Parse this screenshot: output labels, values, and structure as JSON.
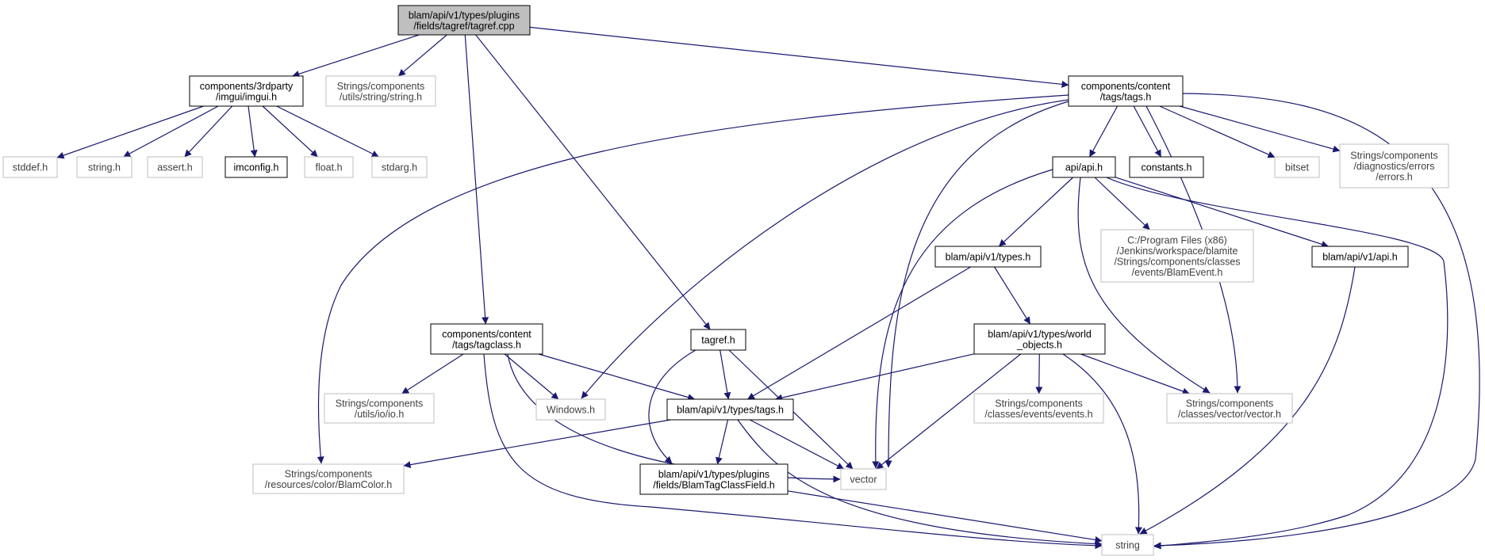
{
  "colors": {
    "root_fill": "#bfbfbf",
    "node_fill": "#ffffff",
    "documented_border": "#000000",
    "external_border": "#bfbfbf",
    "text": "#000000",
    "external_text": "#404040",
    "edge": "#191970"
  },
  "nodes": [
    {
      "id": "tagref_cpp",
      "lines": [
        "blam/api/v1/types/plugins",
        "/fields/tagref/tagref.cpp"
      ],
      "kind": "root"
    },
    {
      "id": "imgui_h",
      "lines": [
        "components/3rdparty",
        "/imgui/imgui.h"
      ],
      "kind": "documented"
    },
    {
      "id": "string_string_h",
      "lines": [
        "Strings/components",
        "/utils/string/string.h"
      ],
      "kind": "external"
    },
    {
      "id": "content_tags_h",
      "lines": [
        "components/content",
        "/tags/tags.h"
      ],
      "kind": "documented"
    },
    {
      "id": "stddef_h",
      "lines": [
        "stddef.h"
      ],
      "kind": "external"
    },
    {
      "id": "string_h",
      "lines": [
        "string.h"
      ],
      "kind": "external"
    },
    {
      "id": "assert_h",
      "lines": [
        "assert.h"
      ],
      "kind": "external"
    },
    {
      "id": "imconfig_h",
      "lines": [
        "imconfig.h"
      ],
      "kind": "documented"
    },
    {
      "id": "float_h",
      "lines": [
        "float.h"
      ],
      "kind": "external"
    },
    {
      "id": "stdarg_h",
      "lines": [
        "stdarg.h"
      ],
      "kind": "external"
    },
    {
      "id": "api_h",
      "lines": [
        "api/api.h"
      ],
      "kind": "documented"
    },
    {
      "id": "constants_h",
      "lines": [
        "constants.h"
      ],
      "kind": "documented"
    },
    {
      "id": "bitset",
      "lines": [
        "bitset"
      ],
      "kind": "external"
    },
    {
      "id": "errors_h",
      "lines": [
        "Strings/components",
        "/diagnostics/errors",
        "/errors.h"
      ],
      "kind": "external"
    },
    {
      "id": "blamevent_h",
      "lines": [
        "C:/Program Files (x86)",
        "/Jenkins/workspace/blamite",
        "/Strings/components/classes",
        "/events/BlamEvent.h"
      ],
      "kind": "external"
    },
    {
      "id": "types_h",
      "lines": [
        "blam/api/v1/types.h"
      ],
      "kind": "documented"
    },
    {
      "id": "v1_api_h",
      "lines": [
        "blam/api/v1/api.h"
      ],
      "kind": "documented"
    },
    {
      "id": "tagclass_h",
      "lines": [
        "components/content",
        "/tags/tagclass.h"
      ],
      "kind": "documented"
    },
    {
      "id": "tagref_h",
      "lines": [
        "tagref.h"
      ],
      "kind": "documented"
    },
    {
      "id": "world_objects_h",
      "lines": [
        "blam/api/v1/types/world",
        "_objects.h"
      ],
      "kind": "documented"
    },
    {
      "id": "io_h",
      "lines": [
        "Strings/components",
        "/utils/io/io.h"
      ],
      "kind": "external"
    },
    {
      "id": "windows_h",
      "lines": [
        "Windows.h"
      ],
      "kind": "external"
    },
    {
      "id": "types_tags_h",
      "lines": [
        "blam/api/v1/types/tags.h"
      ],
      "kind": "documented"
    },
    {
      "id": "events_h",
      "lines": [
        "Strings/components",
        "/classes/events/events.h"
      ],
      "kind": "external"
    },
    {
      "id": "vector_h",
      "lines": [
        "Strings/components",
        "/classes/vector/vector.h"
      ],
      "kind": "external"
    },
    {
      "id": "blamcolor_h",
      "lines": [
        "Strings/components",
        "/resources/color/BlamColor.h"
      ],
      "kind": "external"
    },
    {
      "id": "blamtagclassfield_h",
      "lines": [
        "blam/api/v1/types/plugins",
        "/fields/BlamTagClassField.h"
      ],
      "kind": "documented"
    },
    {
      "id": "vector",
      "lines": [
        "vector"
      ],
      "kind": "external"
    },
    {
      "id": "string",
      "lines": [
        "string"
      ],
      "kind": "external"
    }
  ],
  "edges": [
    [
      "tagref_cpp",
      "imgui_h"
    ],
    [
      "tagref_cpp",
      "string_string_h"
    ],
    [
      "tagref_cpp",
      "content_tags_h"
    ],
    [
      "tagref_cpp",
      "tagclass_h"
    ],
    [
      "tagref_cpp",
      "tagref_h"
    ],
    [
      "imgui_h",
      "stddef_h"
    ],
    [
      "imgui_h",
      "string_h"
    ],
    [
      "imgui_h",
      "assert_h"
    ],
    [
      "imgui_h",
      "imconfig_h"
    ],
    [
      "imgui_h",
      "float_h"
    ],
    [
      "imgui_h",
      "stdarg_h"
    ],
    [
      "content_tags_h",
      "api_h"
    ],
    [
      "content_tags_h",
      "constants_h"
    ],
    [
      "content_tags_h",
      "bitset"
    ],
    [
      "content_tags_h",
      "errors_h"
    ],
    [
      "content_tags_h",
      "vector"
    ],
    [
      "content_tags_h",
      "windows_h"
    ],
    [
      "content_tags_h",
      "blamcolor_h"
    ],
    [
      "content_tags_h",
      "vector_h"
    ],
    [
      "content_tags_h",
      "string"
    ],
    [
      "api_h",
      "blamevent_h"
    ],
    [
      "api_h",
      "types_h"
    ],
    [
      "api_h",
      "v1_api_h"
    ],
    [
      "api_h",
      "vector"
    ],
    [
      "api_h",
      "vector_h"
    ],
    [
      "api_h",
      "string"
    ],
    [
      "types_h",
      "world_objects_h"
    ],
    [
      "types_h",
      "types_tags_h"
    ],
    [
      "v1_api_h",
      "string"
    ],
    [
      "tagclass_h",
      "io_h"
    ],
    [
      "tagclass_h",
      "windows_h"
    ],
    [
      "tagclass_h",
      "types_tags_h"
    ],
    [
      "tagclass_h",
      "vector"
    ],
    [
      "tagclass_h",
      "string"
    ],
    [
      "tagref_h",
      "types_tags_h"
    ],
    [
      "tagref_h",
      "blamtagclassfield_h"
    ],
    [
      "tagref_h",
      "vector"
    ],
    [
      "world_objects_h",
      "types_tags_h"
    ],
    [
      "world_objects_h",
      "events_h"
    ],
    [
      "world_objects_h",
      "vector_h"
    ],
    [
      "world_objects_h",
      "vector"
    ],
    [
      "world_objects_h",
      "string"
    ],
    [
      "types_tags_h",
      "blamcolor_h"
    ],
    [
      "types_tags_h",
      "blamtagclassfield_h"
    ],
    [
      "types_tags_h",
      "vector"
    ],
    [
      "types_tags_h",
      "string"
    ],
    [
      "blamtagclassfield_h",
      "string"
    ]
  ]
}
